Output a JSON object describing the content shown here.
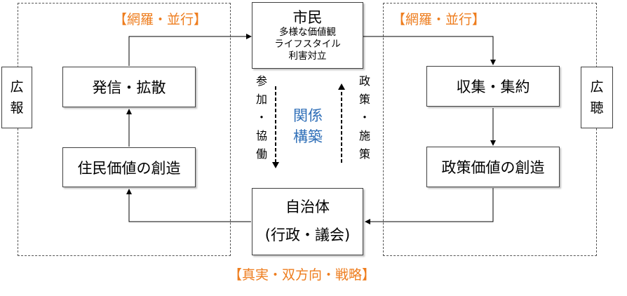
{
  "labels": {
    "top_left": "【網羅・並行】",
    "top_right": "【網羅・並行】",
    "bottom": "【真実・双方向・戦略】",
    "center": [
      "関係",
      "構築"
    ],
    "left_vertical": [
      "参",
      "加",
      "・",
      "協",
      "働"
    ],
    "right_vertical": [
      "政",
      "策",
      "・",
      "施",
      "策"
    ]
  },
  "side_boxes": {
    "left": [
      "広",
      "報"
    ],
    "right": [
      "広",
      "聴"
    ]
  },
  "nodes": {
    "citizen": {
      "title": "市民",
      "lines": [
        "多様な価値観",
        "ライフスタイル",
        "利害対立"
      ]
    },
    "send": "発信・拡散",
    "resident_value": "住民価値の創造",
    "collect": "収集・集約",
    "policy_value": "政策価値の創造",
    "government": {
      "title": "自治体",
      "sub": "(行政・議会)"
    }
  },
  "colors": {
    "orange": "#ee7d1e",
    "blue": "#2f6fb8"
  }
}
